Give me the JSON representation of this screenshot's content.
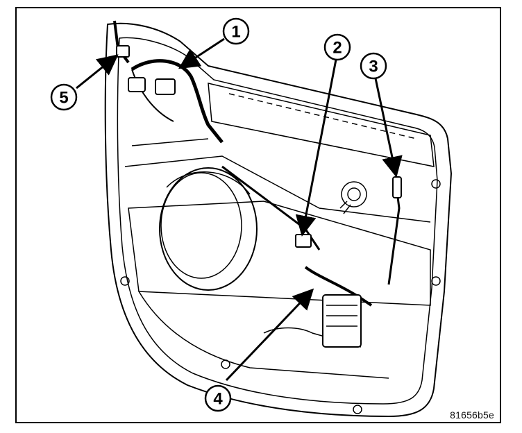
{
  "figure": {
    "code": "81656b5e",
    "callouts": [
      {
        "id": "1",
        "label": "1"
      },
      {
        "id": "2",
        "label": "2"
      },
      {
        "id": "3",
        "label": "3"
      },
      {
        "id": "4",
        "label": "4"
      },
      {
        "id": "5",
        "label": "5"
      }
    ]
  }
}
